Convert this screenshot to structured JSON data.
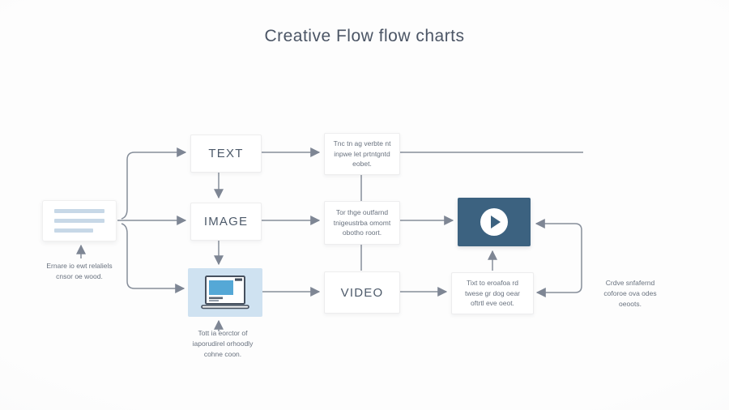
{
  "title": "Creative Flow flow charts",
  "nodes": {
    "source": {
      "icon": "document-lines-icon",
      "caption": "Ernare io ewt relaliels\ncnsor oe wood."
    },
    "text": {
      "label": "TEXT"
    },
    "image": {
      "label": "IMAGE"
    },
    "screen": {
      "icon": "laptop-icon",
      "caption": "Tott ia eorctor of\niaporudirel orhoodly\ncohne coon."
    },
    "video": {
      "label": "VIDEO"
    },
    "note_top": {
      "text": "Tnc tn ag verbte nt\ninpwe let prtntgntd\neobet."
    },
    "note_mid": {
      "text": "Tor thge outfarnd\ntnigeustrba omomt\nobotho roort."
    },
    "player": {
      "icon": "play-icon",
      "caption": "Tixt to eroafoa rd\ntwese gr dog oear\noftrtl eve oeot."
    },
    "right_note": {
      "text": "Crdve snfafernd\ncoforoe ova odes\noeoots."
    }
  },
  "colors": {
    "player_bg": "#3c6280",
    "screen_bg": "#cfe2f1",
    "screen_blue": "#55a8d6",
    "connector": "#848c98",
    "card_bar": "#c7d8e7",
    "label_text": "#4d5a6a",
    "caption_text": "#69727f",
    "title_text": "#4b5565"
  }
}
